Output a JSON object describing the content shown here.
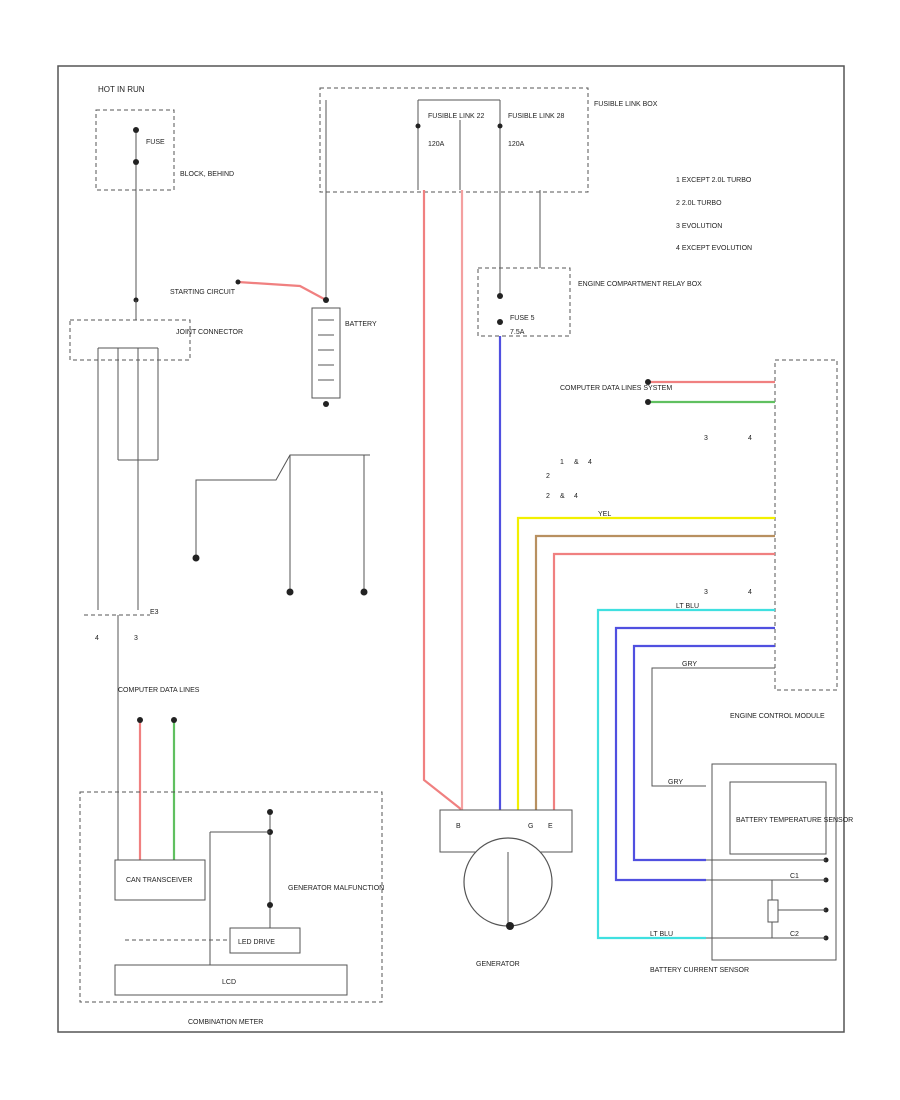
{
  "colors": {
    "red": "#f08080",
    "pink": "#f4a0a0",
    "blue": "#5050e0",
    "yellow": "#f2f000",
    "tan": "#b89060",
    "lightblue": "#40e0e0",
    "green": "#60c060",
    "black": "#222222",
    "frame": "#555555"
  },
  "labels": {
    "hot_in_run": "HOT IN RUN",
    "fuse_box": "BLOCK, BEHIND",
    "fuse": "FUSE",
    "fusible_link_22": "FUSIBLE LINK 22",
    "fusible_link_22_amp": "120A",
    "fusible_link_28": "FUSIBLE LINK 28",
    "fusible_link_28_amp": "120A",
    "fusible_link_box": "FUSIBLE LINK BOX",
    "starting_circuit": "STARTING CIRCUIT",
    "battery": "BATTERY",
    "joint_connector": "JOINT CONNECTOR",
    "engine_compartment_relay_box": "ENGINE COMPARTMENT RELAY BOX",
    "fuse_5": "FUSE 5",
    "fuse_5_amp": "7.5A",
    "computer_data_lines_system": "COMPUTER DATA LINES SYSTEM",
    "computer_data_lines": "COMPUTER DATA LINES",
    "legend_1": "1  EXCEPT 2.0L TURBO",
    "legend_2": "2  2.0L TURBO",
    "legend_3": "3  EVOLUTION",
    "legend_4": "4  EXCEPT EVOLUTION",
    "wire_yel": "YEL",
    "wire_gry": "GRY",
    "wire_lt_blu": "LT BLU",
    "generator": "GENERATOR",
    "engine_control_module": "ENGINE CONTROL MODULE",
    "battery_temperature_sensor": "BATTERY TEMPERATURE SENSOR",
    "battery_current_sensor": "BATTERY CURRENT SENSOR",
    "can_transceiver": "CAN TRANSCEIVER",
    "led_drive": "LED DRIVE",
    "lcd": "LCD",
    "generator_malfunction": "GENERATOR MALFUNCTION",
    "combination_meter": "COMBINATION METER",
    "b_term": "B",
    "g_term": "G",
    "e_term": "E",
    "c1": "C1",
    "c2": "C2",
    "pin_1": "1",
    "pin_2": "2",
    "pin_3": "3",
    "pin_4": "4",
    "pin_and": "&"
  }
}
